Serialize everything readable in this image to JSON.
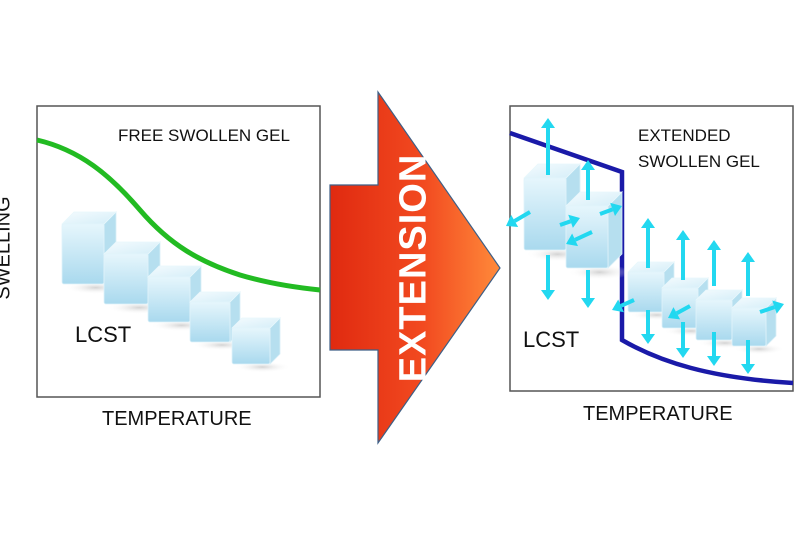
{
  "left_panel": {
    "title": "FREE SWOLLEN GEL",
    "y_axis_label": "SWELLING",
    "x_axis_label": "TEMPERATURE",
    "marker_label": "LCST",
    "curve_color": "#22bb22"
  },
  "arrow": {
    "label": "EXTENSION",
    "gradient_colors": [
      "#e02a10",
      "#ff7a30"
    ],
    "label_color": "#ffffff"
  },
  "right_panel": {
    "title_line1": "EXTENDED",
    "title_line2": "SWOLLEN GEL",
    "x_axis_label": "TEMPERATURE",
    "marker_label": "LCST",
    "curve_color": "#1a1aa8",
    "stretch_arrow_color": "#22d8f0"
  },
  "cube_color": "#cdeaf6"
}
